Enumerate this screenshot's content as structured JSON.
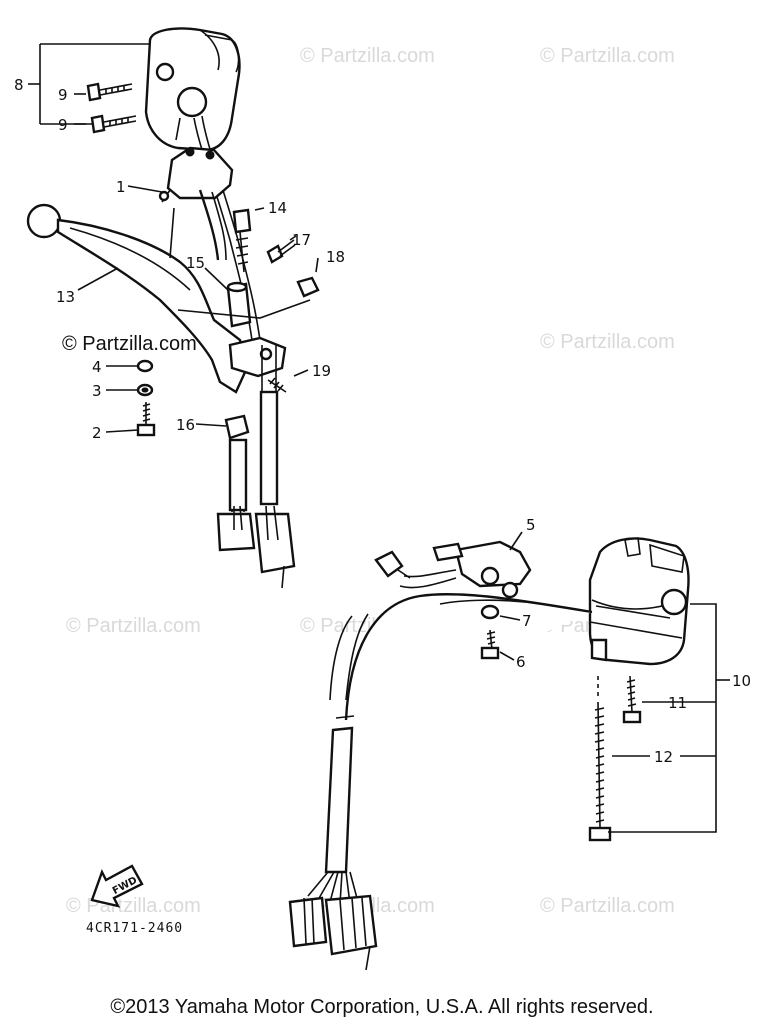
{
  "watermarks": [
    "© Partzilla.com",
    "© Partzilla.com",
    "© Partzilla.com",
    "© Partzilla.com",
    "© Partzilla.com",
    "© Partzilla.com",
    "© Partzilla.com",
    "© Partzilla.com",
    "© Partzilla.com"
  ],
  "callouts": {
    "p1": "1",
    "p2": "2",
    "p3": "3",
    "p4": "4",
    "p5": "5",
    "p6": "6",
    "p7": "7",
    "p8": "8",
    "p9a": "9",
    "p9b": "9",
    "p10": "10",
    "p11": "11",
    "p12": "12",
    "p13": "13",
    "p14": "14",
    "p15": "15",
    "p16": "16",
    "p17": "17",
    "p18": "18",
    "p19": "19"
  },
  "fwd_label": "FWD",
  "diagram_code": "4CR171-2460",
  "copyright": "©2013  Yamaha Motor Corporation, U.S.A. All rights reserved."
}
